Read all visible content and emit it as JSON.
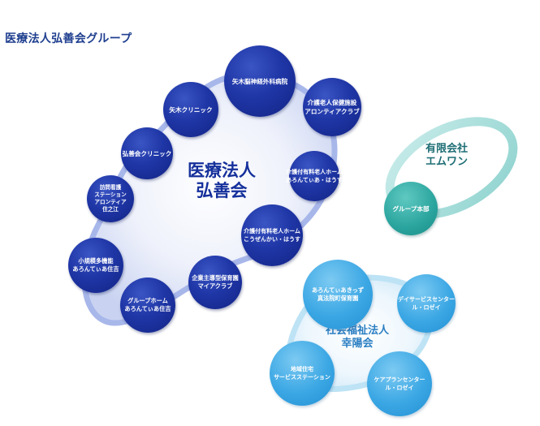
{
  "title": "医療法人弘善会グループ",
  "medical_corporation": {
    "name_lines": [
      "医療法人",
      "弘善会"
    ],
    "facilities": [
      {
        "lines": [
          "矢木脳神経外科病院"
        ]
      },
      {
        "lines": [
          "介護老人保健施設",
          "アロンティアクラブ"
        ]
      },
      {
        "lines": [
          "介護付有料老人ホーム",
          "あろんてぃあ・はうす"
        ]
      },
      {
        "lines": [
          "介護付有料老人ホーム",
          "こうぜんかい・はうす"
        ]
      },
      {
        "lines": [
          "企業主導型保育園",
          "マイアクラブ"
        ]
      },
      {
        "lines": [
          "グループホーム",
          "あろんてぃあ住吉"
        ]
      },
      {
        "lines": [
          "小規模多機能",
          "あろんてぃあ住吉"
        ]
      },
      {
        "lines": [
          "訪問看護",
          "ステーション",
          "アロンティア",
          "住之江"
        ]
      },
      {
        "lines": [
          "弘善会クリニック"
        ]
      },
      {
        "lines": [
          "矢木クリニック"
        ]
      }
    ]
  },
  "limited_company": {
    "name_lines": [
      "有限会社",
      "エムワン"
    ],
    "facilities": [
      {
        "lines": [
          "グループ本部"
        ]
      }
    ]
  },
  "social_welfare_corporation": {
    "name_lines": [
      "社会福祉法人",
      "幸陽会"
    ],
    "facilities": [
      {
        "lines": [
          "あろんてぃあきっず",
          "真法院町保育園"
        ]
      },
      {
        "lines": [
          "デイサービスセンター",
          "ル・ロゼイ"
        ]
      },
      {
        "lines": [
          "ケアプランセンター",
          "ル・ロゼイ"
        ]
      },
      {
        "lines": [
          "地域住宅",
          "サービスステーション"
        ]
      }
    ]
  }
}
